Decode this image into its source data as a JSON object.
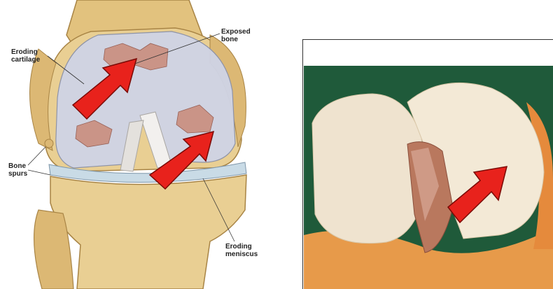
{
  "left_diagram": {
    "labels": {
      "exposed_bone": "Exposed\nbone",
      "eroding_cartilage": "Eroding\ncartilage",
      "bone_spurs": "Bone\nspurs",
      "eroding_meniscus": "Eroding\nmeniscus"
    }
  },
  "colors": {
    "arrow": "#e8221c",
    "arrow_outline": "#7a0a06",
    "bone": "#e9cf93",
    "cartilage": "#cfd4e6",
    "photo_background": "#1f5a3a"
  }
}
